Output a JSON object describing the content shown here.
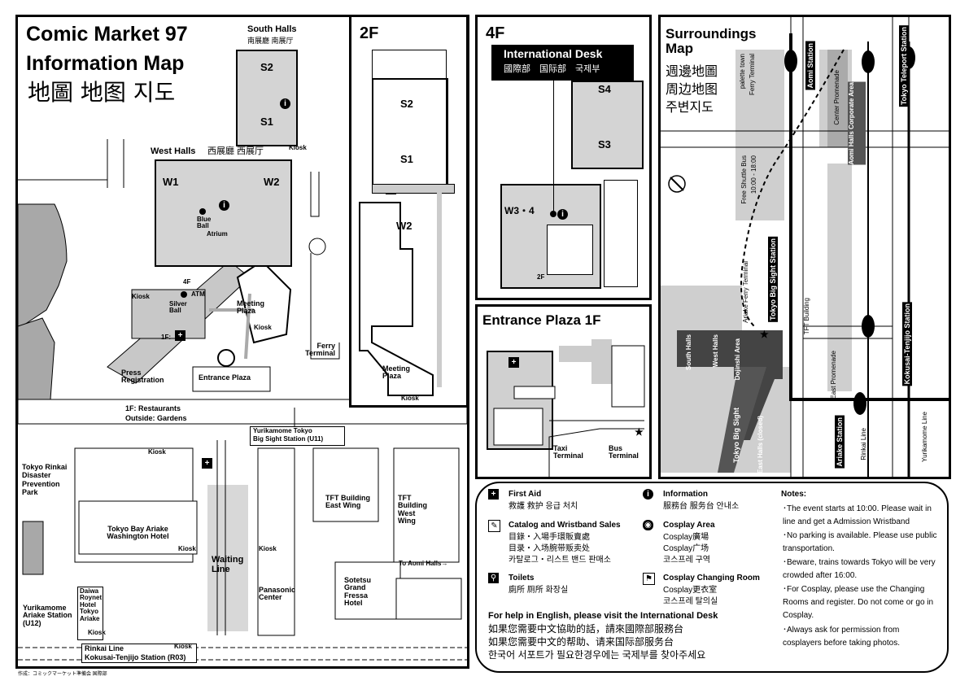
{
  "main": {
    "title_en_1": "Comic Market 97",
    "title_en_2": "Information Map",
    "title_cjk": "地圖 地图 지도",
    "south_halls": "South Halls",
    "south_halls_cjk": "南展廳 南展厅",
    "west_halls": "West Halls",
    "west_halls_cjk": "西展廳 西展厅",
    "s1": "S1",
    "s2": "S2",
    "w1": "W1",
    "w2": "W2",
    "kiosk": "Kiosk",
    "blue_ball": "Blue Ball",
    "atrium": "Atrium",
    "silver_ball": "Silver Ball",
    "atm": "ATM",
    "four_f": "4F",
    "one_f": "1F:",
    "meeting_plaza": "Meeting Plaza",
    "ferry_terminal": "Ferry Terminal",
    "press_registration": "Press Registration",
    "entrance_plaza": "Entrance Plaza",
    "restaurants": "1F: Restaurants",
    "outside_gardens": "Outside: Gardens",
    "yurikamome_tbs": "Yurikamome Tokyo",
    "yurikamome_tbs_2": "Big Sight Station (U11)",
    "disaster_park": "Tokyo Rinkai Disaster Prevention Park",
    "washington_hotel": "Tokyo Bay Ariake Washington Hotel",
    "waiting_line": "Waiting Line",
    "tft_east": "TFT Building East Wing",
    "tft_west": "TFT Building West Wing",
    "to_aomi": "To Aomi Halls→",
    "panasonic": "Panasonic Center",
    "sotetsu": "Sotetsu Grand Fressa Hotel",
    "daiwa": "Daiwa Roynet Hotel Tokyo Ariake",
    "yurikamome_ariake": "Yurikamome Ariake Station (U12)",
    "rinkai_line": "Rinkai Line",
    "kokusai_station": "Kokusai-Tenjijo Station (R03)",
    "credit": "作成：コミックマーケット準備会 国際部"
  },
  "floor2": {
    "title": "2F",
    "s2": "S2",
    "s1": "S1",
    "w2": "W2",
    "meeting_plaza": "Meeting Plaza",
    "kiosk": "Kiosk"
  },
  "floor4": {
    "title": "4F",
    "intl_desk": "International Desk",
    "intl_desk_cjk": "國際部　国际部　국제부",
    "s4": "S4",
    "s3": "S3",
    "w34": "W3・4",
    "two_f": "2F"
  },
  "entrance_plaza": {
    "title": "Entrance Plaza 1F",
    "taxi": "Taxi Terminal",
    "bus": "Bus Terminal"
  },
  "surroundings": {
    "title": "Surroundings Map",
    "title_cjk_1": "週邊地圖",
    "title_cjk_2": "周边地图",
    "title_cjk_3": "주변지도",
    "aomi_station": "Aomi Station",
    "tokyo_teleport": "Tokyo Teleport Station",
    "palette_town": "palette town",
    "ferry_terminal": "Ferry Terminal",
    "center_promenade": "Center Promenade",
    "aomi_halls": "Aomi Halls Corporate Area",
    "shuttle_bus": "Free Shuttle Bus",
    "shuttle_time": "10:00 - 18:00",
    "ariake_ferry": "Ariake Ferry Terminal",
    "tbs_station": "Tokyo Big Sight Station",
    "tft_building": "TFT Building",
    "south_halls": "South Halls",
    "west_halls": "West Halls",
    "dojinshi_area": "Dojinshi Area",
    "east_promenade": "East Promenade",
    "kokusai_station": "Kokusai-Tenjijo Station",
    "tokyo_big_sight": "Tokyo Big Sight",
    "east_halls": "East Halls (closed)",
    "ariake_station": "Ariake Station",
    "rinkai_line": "Rinkai Line",
    "yurikamome_line": "Yurikamome Line"
  },
  "legend": {
    "first_aid": "First Aid",
    "first_aid_cjk": "救護 救护 응급 처치",
    "catalog": "Catalog and Wristband Sales",
    "catalog_cjk_1": "目錄・入場手環販賣處",
    "catalog_cjk_2": "目录・入场腕带贩卖处",
    "catalog_cjk_3": "카탈로그・리스트 밴드 판매소",
    "toilets": "Toilets",
    "toilets_cjk": "廁所 厕所 화장실",
    "information": "Information",
    "information_cjk": "服務台 服务台 안내소",
    "cosplay_area": "Cosplay Area",
    "cosplay_area_cjk_1": "Cosplay廣場",
    "cosplay_area_cjk_2": "Cosplay广场",
    "cosplay_area_cjk_3": "코스프레 구역",
    "cosplay_changing": "Cosplay Changing Room",
    "cosplay_changing_cjk_1": "Cosplay更衣室",
    "cosplay_changing_cjk_2": "코스프레 탈의실",
    "help_en": "For help in English, please visit the International Desk",
    "help_zh_tw": "如果您需要中文協助的話，請來國際部服務台",
    "help_zh_cn": "如果您需要中文的帮助、请来国际部服务台",
    "help_ko": "한국어 서포트가 필요한경우에는 국제부를 찾아주세요",
    "notes_title": "Notes:",
    "note_1": "･The event starts at 10:00. Please wait in line and get a Admission Wristband",
    "note_2": "･No parking is available. Please use public transportation.",
    "note_3": "･Beware, trains towards Tokyo will be very crowded after 16:00.",
    "note_4": "･For Cosplay, please use the Changing Rooms and register. Do not come or go in Cosplay.",
    "note_5": "･Always ask for permission from cosplayers before taking photos."
  }
}
